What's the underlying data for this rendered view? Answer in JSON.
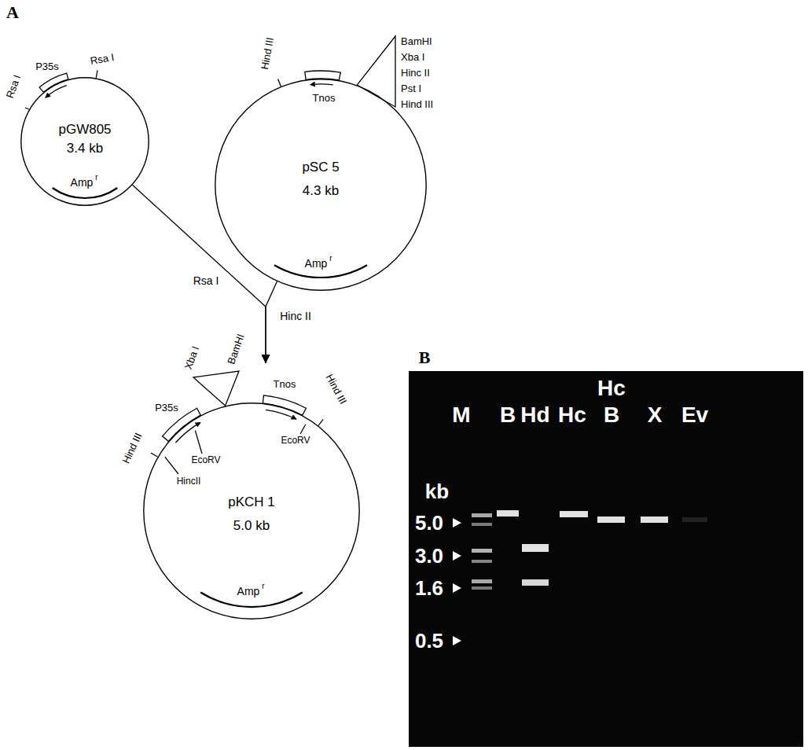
{
  "diagram": {
    "nodes": [
      {
        "text": [
          "pGW805",
          "3.4 kb"
        ]
      },
      {
        "text": [
          "pSC 5",
          "4.3 kb"
        ]
      },
      {
        "text": [
          "pKCH 1",
          "5.0 kb"
        ]
      }
    ],
    "edges": [
      {
        "from": 0,
        "to": 2,
        "label": "Rsa I",
        "arrow": "to"
      },
      {
        "from": 1,
        "to": 2,
        "label": "Hinc II",
        "arrow": "to"
      }
    ],
    "labels": [
      "A",
      "Rsa I",
      "Rsa I",
      "P35s",
      "Amp",
      "r",
      "Hind III",
      "Tnos",
      "BamHI",
      "Xba I",
      "Hinc II",
      "Pst I",
      "Hind III",
      "Amp",
      "r",
      "Hind III",
      "P35s",
      "Xba I",
      "BamHI",
      "Tnos",
      "Hind III",
      "EcoRV",
      "HincII",
      "EcoRV",
      "Amp",
      "r",
      "B",
      "M",
      "B",
      "Hd",
      "Hc",
      "Hc",
      "B",
      "X",
      "Ev",
      "kb",
      "5.0",
      "3.0",
      "1.6",
      "0.5"
    ]
  }
}
